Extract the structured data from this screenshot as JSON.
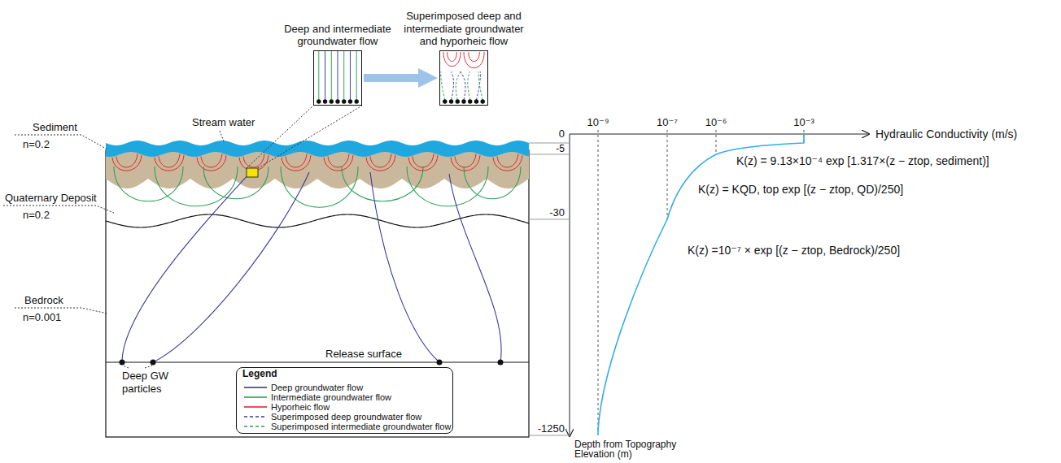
{
  "diagram": {
    "nodes": [
      {
        "text": [
          "Deep and intermediate groundwater flow"
        ]
      },
      {
        "text": [
          "Superimposed deep and intermediate groundwater and hyporheic flow"
        ]
      }
    ],
    "edges": [
      {
        "from": 0,
        "to": 1,
        "arrow": "to"
      }
    ],
    "labels": [
      "Stream water",
      "Sediment",
      "n=0.2",
      "Quaternary Deposit",
      "n=0.2",
      "Bedrock",
      "n=0.001",
      "Release surface",
      "Deep GW particles",
      "Legend",
      "0",
      "-5",
      "-30",
      "-1250",
      "10⁻⁹",
      "10⁻⁷",
      "10⁻⁶",
      "10⁻³",
      "Hydraulic Conductivity (m/s)",
      "Depth from Topography Elevation (m)",
      "K(z) = 9.13×10⁻⁴ exp [1.317×(z − ztop, sediment)]",
      "K(z) = KQD, top exp [(z − ztop, QD)/250]",
      "K(z) =10⁻⁷ × exp [(z − ztop, Bedrock)/250]"
    ],
    "legend": [
      {
        "text": "Deep groundwater flow"
      },
      {
        "text": "Intermediate groundwater flow"
      },
      {
        "text": "Hyporheic flow"
      },
      {
        "text": "Superimposed deep groundwater flow"
      },
      {
        "text": "Superimposed intermediate groundwater flow"
      }
    ]
  }
}
